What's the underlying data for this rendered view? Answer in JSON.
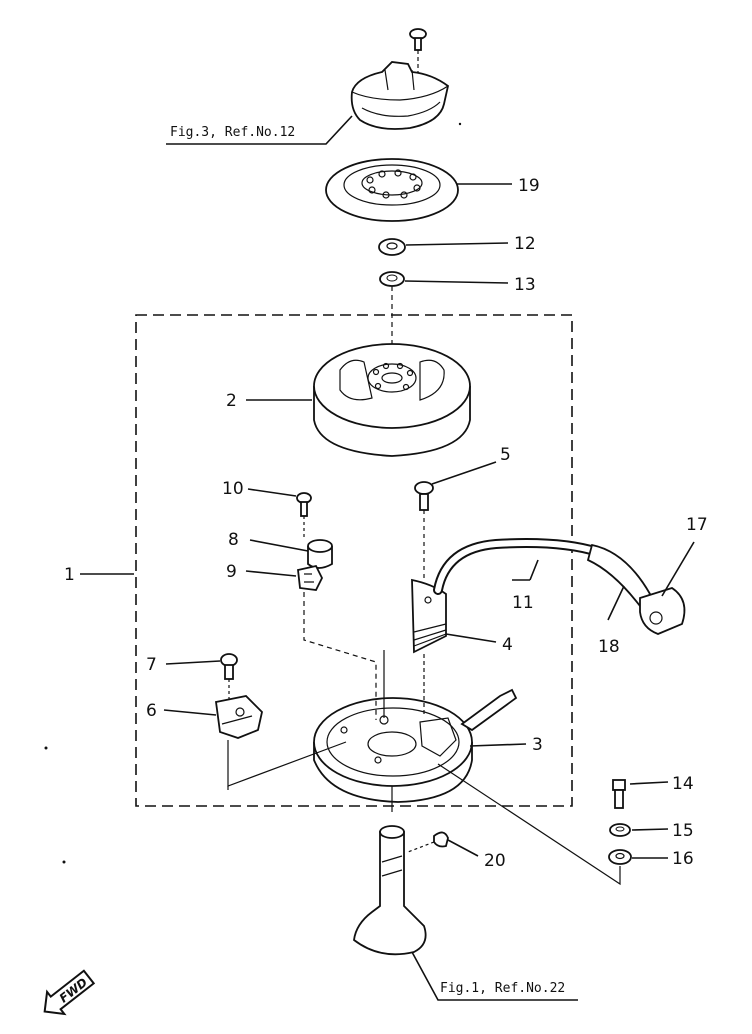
{
  "refs": {
    "fig3": "Fig.3, Ref.No.12",
    "fig1": "Fig.1, Ref.No.22"
  },
  "fwd_badge": "FWD",
  "labels": {
    "p1": "1",
    "p2": "2",
    "p3": "3",
    "p4": "4",
    "p5": "5",
    "p6": "6",
    "p7": "7",
    "p8": "8",
    "p9": "9",
    "p10": "10",
    "p11": "11",
    "p12": "12",
    "p13": "13",
    "p14": "14",
    "p15": "15",
    "p16": "16",
    "p17": "17",
    "p18": "18",
    "p19": "19",
    "p20": "20"
  }
}
